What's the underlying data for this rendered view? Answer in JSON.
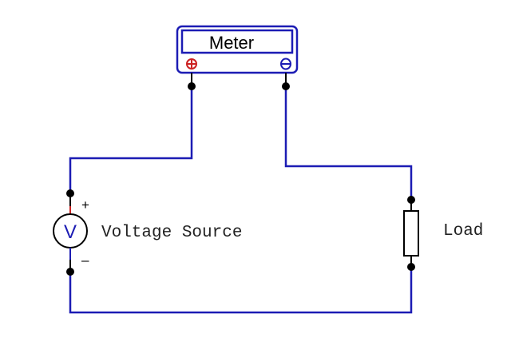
{
  "diagram": {
    "type": "electrical-circuit",
    "colors": {
      "wire": "#1c1cb4",
      "positive_terminal": "#cc2222",
      "negative_terminal": "#1c1cb4",
      "node": "#000000",
      "component_outline": "#000000"
    },
    "meter": {
      "label": "Meter",
      "positive_symbol": "⊕",
      "negative_symbol": "⊖"
    },
    "voltage_source": {
      "symbol": "V",
      "label": "Voltage Source",
      "plus_sign": "+",
      "minus_sign": "–"
    },
    "load": {
      "label": "Load"
    },
    "connections": [
      {
        "from": "meter.positive",
        "to": "voltage_source.positive"
      },
      {
        "from": "meter.negative",
        "to": "load.top"
      },
      {
        "from": "voltage_source.negative",
        "to": "load.bottom"
      }
    ]
  }
}
